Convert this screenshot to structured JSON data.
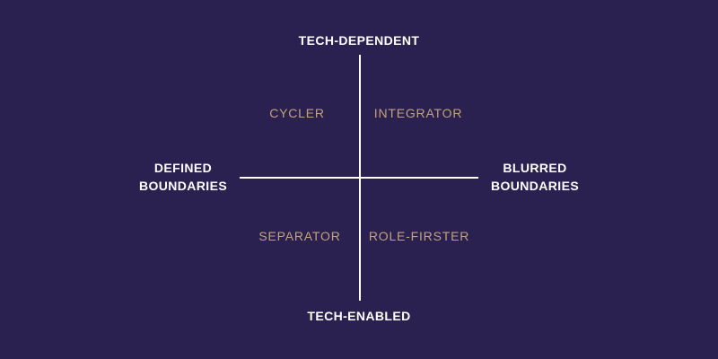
{
  "diagram": {
    "type": "quadrant-matrix",
    "colors": {
      "background": "#2B2150",
      "axis_line": "#FFFFFF",
      "axis_label": "#FFFFFF",
      "quadrant_label": "#C2A27B"
    },
    "axes": {
      "top_label": "TECH-DEPENDENT",
      "bottom_label": "TECH-ENABLED",
      "left_label": "DEFINED\nBOUNDARIES",
      "right_label": "BLURRED\nBOUNDARIES"
    },
    "quadrants": {
      "top_left": "CYCLER",
      "top_right": "INTEGRATOR",
      "bottom_left": "SEPARATOR",
      "bottom_right": "ROLE-FIRSTER"
    }
  }
}
